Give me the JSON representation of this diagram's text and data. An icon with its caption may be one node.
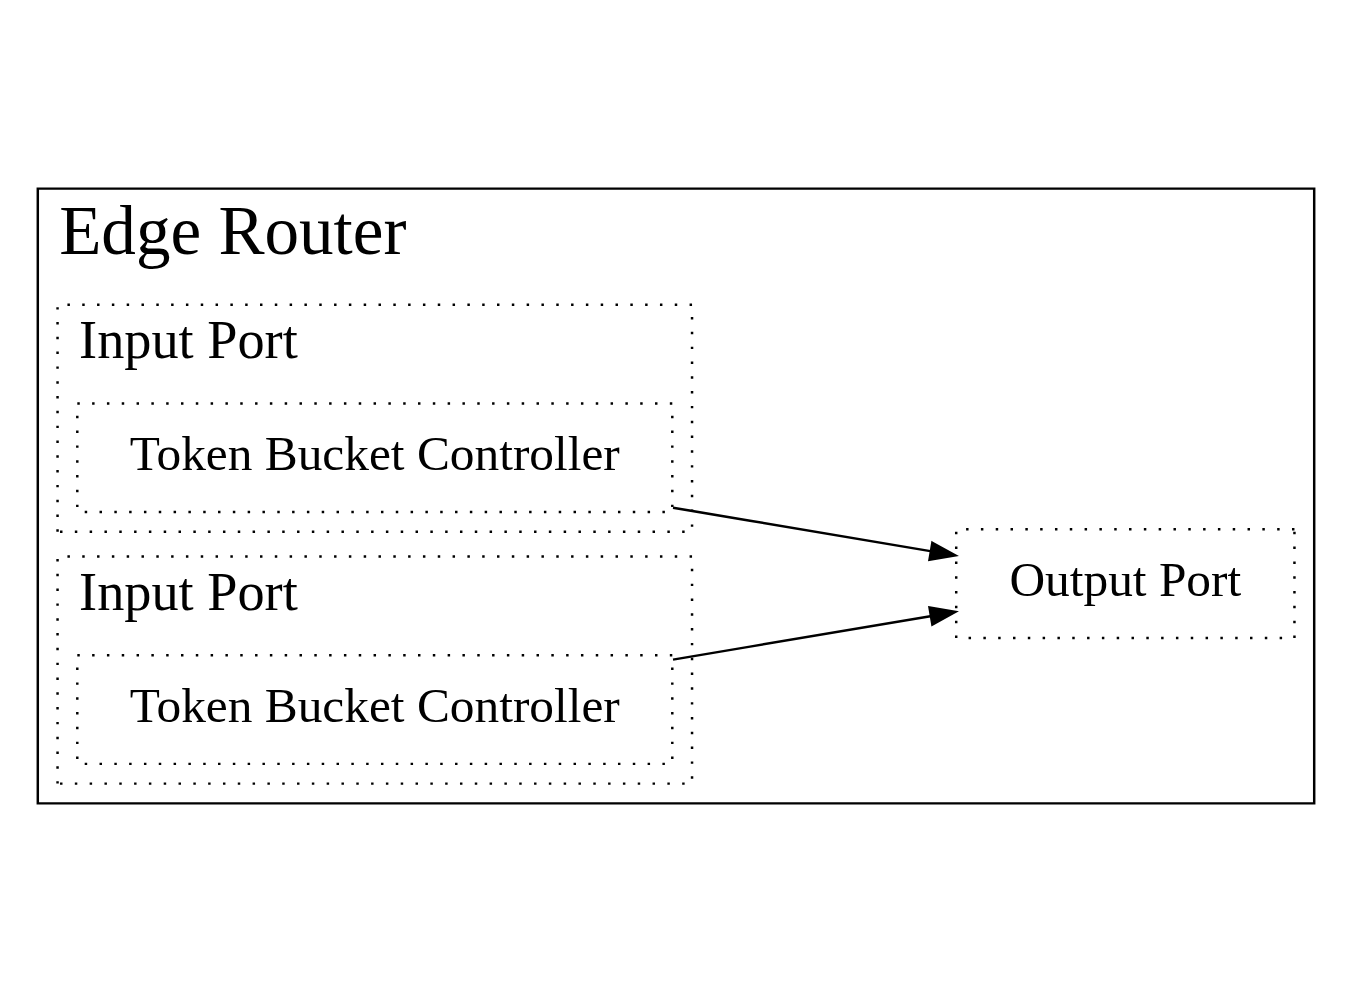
{
  "diagram": {
    "nodes": [
      {
        "text": [
          "Edge Router"
        ]
      },
      {
        "text": [
          "Input Port"
        ],
        "in": 0
      },
      {
        "text": [
          "Token Bucket Controller"
        ],
        "in": 1
      },
      {
        "text": [
          "Input Port"
        ],
        "in": 0
      },
      {
        "text": [
          "Token Bucket Controller"
        ],
        "in": 3
      },
      {
        "text": [
          "Output Port"
        ],
        "in": 0
      }
    ],
    "edges": [
      {
        "from": 2,
        "to": 5,
        "arrow": "to"
      },
      {
        "from": 4,
        "to": 5,
        "arrow": "to"
      }
    ]
  }
}
